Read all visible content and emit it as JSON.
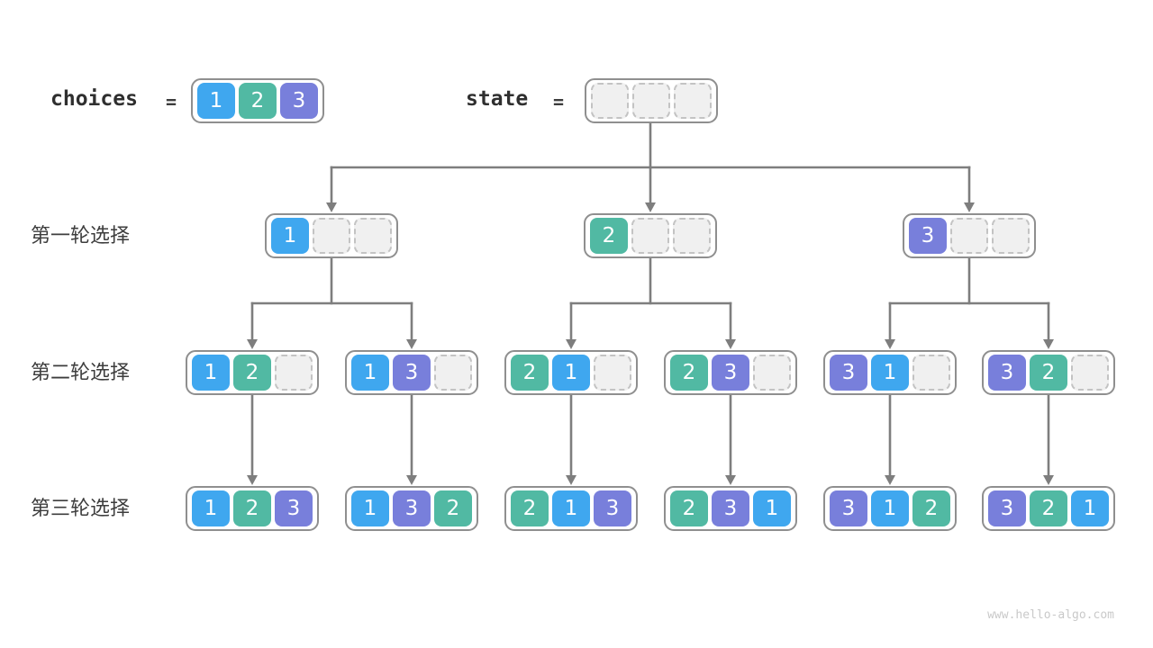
{
  "title_row": {
    "choices_label": "choices",
    "choices_equals": "=",
    "choices_cells": [
      "1",
      "2",
      "3"
    ],
    "state_label": "state",
    "state_equals": "=",
    "state_cells": [
      null,
      null,
      null
    ]
  },
  "rounds": [
    {
      "label": "第一轮选择",
      "boxes": [
        [
          "1",
          null,
          null
        ],
        [
          "2",
          null,
          null
        ],
        [
          "3",
          null,
          null
        ]
      ]
    },
    {
      "label": "第二轮选择",
      "boxes": [
        [
          "1",
          "2",
          null
        ],
        [
          "1",
          "3",
          null
        ],
        [
          "2",
          "1",
          null
        ],
        [
          "2",
          "3",
          null
        ],
        [
          "3",
          "1",
          null
        ],
        [
          "3",
          "2",
          null
        ]
      ]
    },
    {
      "label": "第三轮选择",
      "boxes": [
        [
          "1",
          "2",
          "3"
        ],
        [
          "1",
          "3",
          "2"
        ],
        [
          "2",
          "1",
          "3"
        ],
        [
          "2",
          "3",
          "1"
        ],
        [
          "3",
          "1",
          "2"
        ],
        [
          "3",
          "2",
          "1"
        ]
      ]
    }
  ],
  "cell_colors": {
    "1": "#3fa7ef",
    "2": "#51b9a3",
    "3": "#787fdb"
  },
  "style_colors": {
    "arrow": "#7e7e7e",
    "container_border": "#8f8f8f",
    "empty_fill": "#f0f0f0",
    "empty_border": "#c3c3c3",
    "label_text": "#3d3d3d",
    "watermark_text": "#c9c9c9"
  },
  "watermark": "www.hello-algo.com"
}
